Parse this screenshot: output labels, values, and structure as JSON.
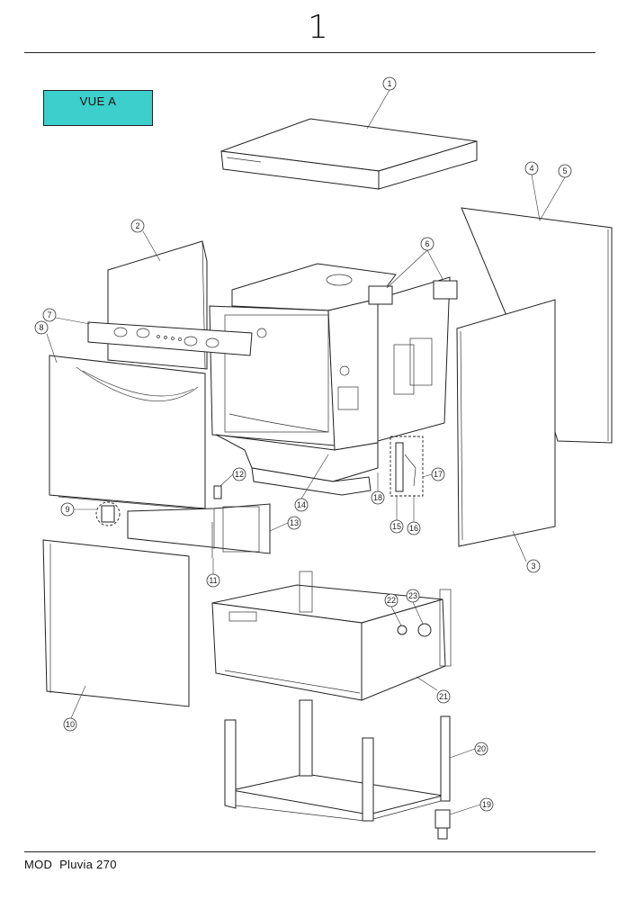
{
  "page": {
    "number": "1"
  },
  "view_label": "VUE A",
  "footer": {
    "prefix": "MOD",
    "model": "Pluvia 270"
  },
  "callouts": [
    {
      "id": "c1",
      "label": "1"
    },
    {
      "id": "c2",
      "label": "2"
    },
    {
      "id": "c3",
      "label": "3"
    },
    {
      "id": "c4",
      "label": "4"
    },
    {
      "id": "c5",
      "label": "5"
    },
    {
      "id": "c6",
      "label": "6"
    },
    {
      "id": "c7",
      "label": "7"
    },
    {
      "id": "c8",
      "label": "8"
    },
    {
      "id": "c9",
      "label": "9"
    },
    {
      "id": "c10",
      "label": "10"
    },
    {
      "id": "c11",
      "label": "11"
    },
    {
      "id": "c12",
      "label": "12"
    },
    {
      "id": "c13",
      "label": "13"
    },
    {
      "id": "c14",
      "label": "14"
    },
    {
      "id": "c15",
      "label": "15"
    },
    {
      "id": "c16",
      "label": "16"
    },
    {
      "id": "c17",
      "label": "17"
    },
    {
      "id": "c18",
      "label": "18"
    },
    {
      "id": "c19",
      "label": "19"
    },
    {
      "id": "c20",
      "label": "20"
    },
    {
      "id": "c21",
      "label": "21"
    },
    {
      "id": "c22",
      "label": "22"
    },
    {
      "id": "c23",
      "label": "23"
    }
  ]
}
